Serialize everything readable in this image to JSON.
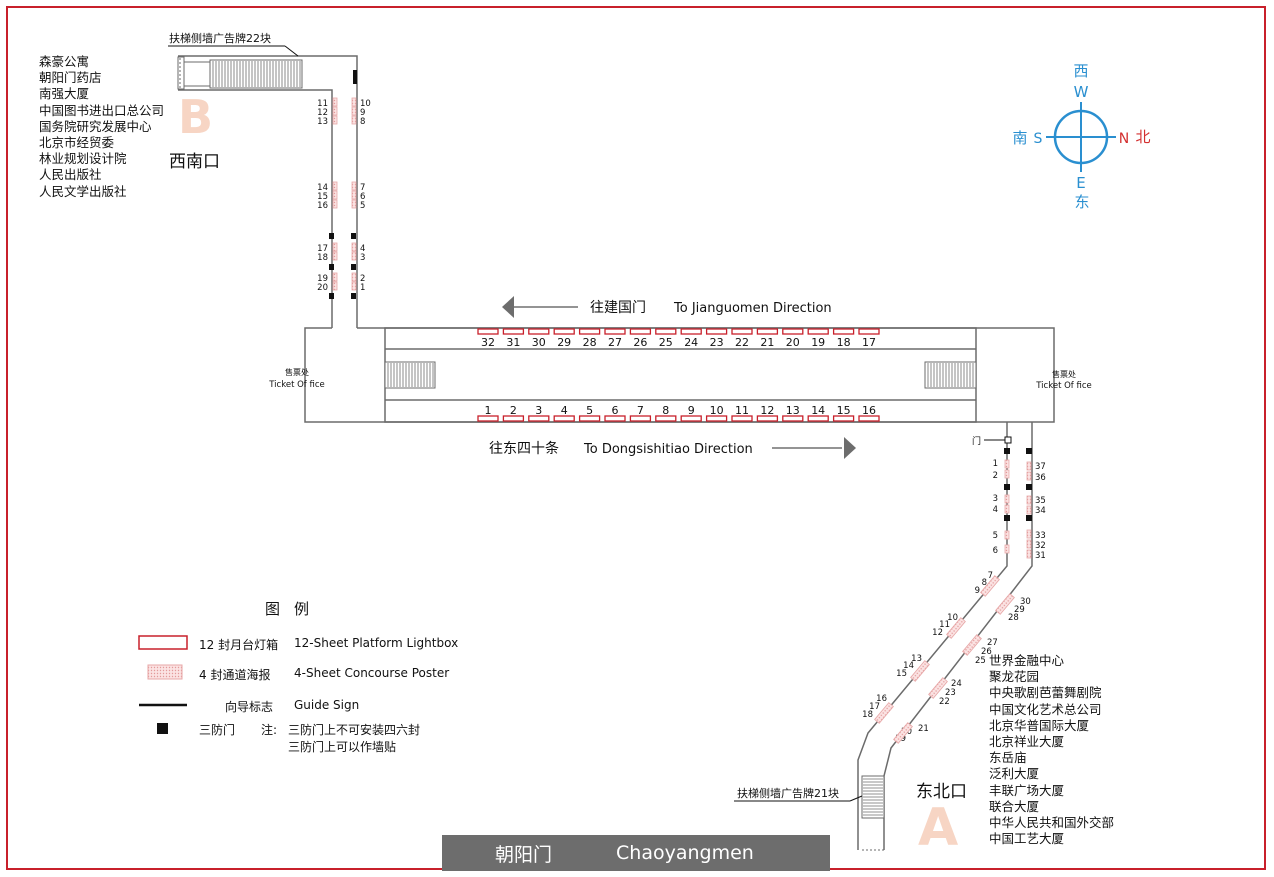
{
  "station": {
    "name_cn": "朝阳门",
    "name_en": "Chaoyangmen"
  },
  "colors": {
    "frame": "#c8202b",
    "compass": "#2a8fd0",
    "north": "#d32f2f",
    "exit_letter": "#f7d5c4",
    "lightbox": "#c8202b",
    "station_bar": "#6d6d6d"
  },
  "southwest_exit": {
    "letter": "B",
    "name": "西南口",
    "escalator_label": "扶梯侧墙广告牌22块",
    "landmarks": [
      "森豪公寓",
      "朝阳门药店",
      "南强大厦",
      "中国图书进出口总公司",
      "国务院研究发展中心",
      "北京市经贸委",
      "林业规划设计院",
      "人民出版社",
      "人民文学出版社"
    ],
    "left_posters": [
      "11",
      "12",
      "13",
      "14",
      "15",
      "16",
      "17",
      "18",
      "19",
      "20"
    ],
    "right_posters": [
      "10",
      "9",
      "8",
      "7",
      "6",
      "5",
      "4",
      "3",
      "2",
      "1"
    ]
  },
  "northeast_exit": {
    "letter": "A",
    "name": "东北口",
    "escalator_label": "扶梯侧墙广告牌21块",
    "door_label": "门",
    "landmarks": [
      "世界金融中心",
      "聚龙花园",
      "中央歌剧芭蕾舞剧院",
      "中国文化艺术总公司",
      "北京华普国际大厦",
      "北京祥业大厦",
      "东岳庙",
      "泛利大厦",
      "丰联广场大厦",
      "联合大厦",
      "中华人民共和国外交部",
      "中国工艺大厦"
    ],
    "left_posters": [
      "1",
      "2",
      "3",
      "4",
      "5",
      "6",
      "7",
      "8",
      "9",
      "10",
      "11",
      "12",
      "13",
      "14",
      "15",
      "16",
      "17",
      "18",
      "19",
      "20"
    ],
    "right_posters": [
      "37",
      "36",
      "35",
      "34",
      "33",
      "32",
      "31",
      "30",
      "29",
      "28",
      "27",
      "26",
      "25",
      "24",
      "23",
      "22",
      "21"
    ]
  },
  "platform": {
    "west_ticket_office": {
      "cn": "售票处",
      "en": "Ticket Of fice"
    },
    "east_ticket_office": {
      "cn": "售票处",
      "en": "Ticket Of fice"
    },
    "top_direction": {
      "cn": "往建国门",
      "en": "To Jianguomen Direction"
    },
    "bottom_direction": {
      "cn": "往东四十条",
      "en": "To Dongsishitiao Direction"
    },
    "top_lightboxes": [
      "32",
      "31",
      "30",
      "29",
      "28",
      "27",
      "26",
      "25",
      "24",
      "23",
      "22",
      "21",
      "20",
      "19",
      "18",
      "17"
    ],
    "bottom_lightboxes": [
      "1",
      "2",
      "3",
      "4",
      "5",
      "6",
      "7",
      "8",
      "9",
      "10",
      "11",
      "12",
      "13",
      "14",
      "15",
      "16"
    ]
  },
  "compass": {
    "west_cn": "西",
    "west": "W",
    "south_cn": "南",
    "south": "S",
    "north": "N",
    "north_cn": "北",
    "east": "E",
    "east_cn": "东"
  },
  "legend": {
    "title": "图例",
    "lightbox": {
      "cn": "12 封月台灯箱",
      "en": "12-Sheet Platform Lightbox"
    },
    "poster": {
      "cn": "4 封通道海报",
      "en": "4-Sheet  Concourse Poster"
    },
    "guide": {
      "cn": "向导标志",
      "en": "Guide Sign"
    },
    "door": {
      "cn": "三防门",
      "note_label": "注:",
      "note_line1": "三防门上不可安装四六封",
      "note_line2": "三防门上可以作墙贴"
    }
  }
}
